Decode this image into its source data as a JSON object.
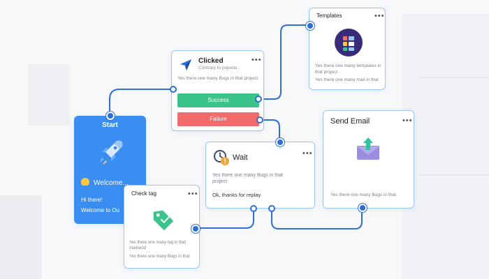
{
  "nodes": {
    "start": {
      "title": "Start",
      "welcome": "Welcome...",
      "message_line1": "Hi there!",
      "message_line2": "Welcome to Ou"
    },
    "clicked": {
      "title": "Clicked",
      "subtitle": "Contrary to popular...",
      "description": "Yes there one many Bugs in that project",
      "success_label": "Success",
      "failure_label": "Failure",
      "menu": "•••"
    },
    "templates": {
      "title": "Templates",
      "description": "Yes there one many templates in that project",
      "description2": "Yes there one many mail in that",
      "menu": "•••"
    },
    "send_email": {
      "title": "Send Email",
      "description": "Yes there one many Bugs in that.",
      "menu": "•••"
    },
    "wait": {
      "title": "Wait",
      "description": "Yes there one many Bugs in that project",
      "reply": "Ok, thanks for replay",
      "menu": "•••"
    },
    "check_tag": {
      "title": "Check tag",
      "description": "Yes there one many tag in that mailsend",
      "description2": "Yes there one many Bugs in that",
      "menu": "•••"
    }
  },
  "colors": {
    "start_bg": "#3a8ef2",
    "wire": "#2d6fd6",
    "success": "#3ac48a",
    "failure": "#f26a6a",
    "card_border": "#9cc6f2"
  },
  "icons": {
    "start": "rocket-icon",
    "welcome": "waving-hand-icon",
    "clicked": "cursor-arrow-icon",
    "templates": "templates-checklist-icon",
    "send_email": "envelope-upload-icon",
    "wait": "clock-alert-icon",
    "check_tag": "tag-check-icon"
  }
}
